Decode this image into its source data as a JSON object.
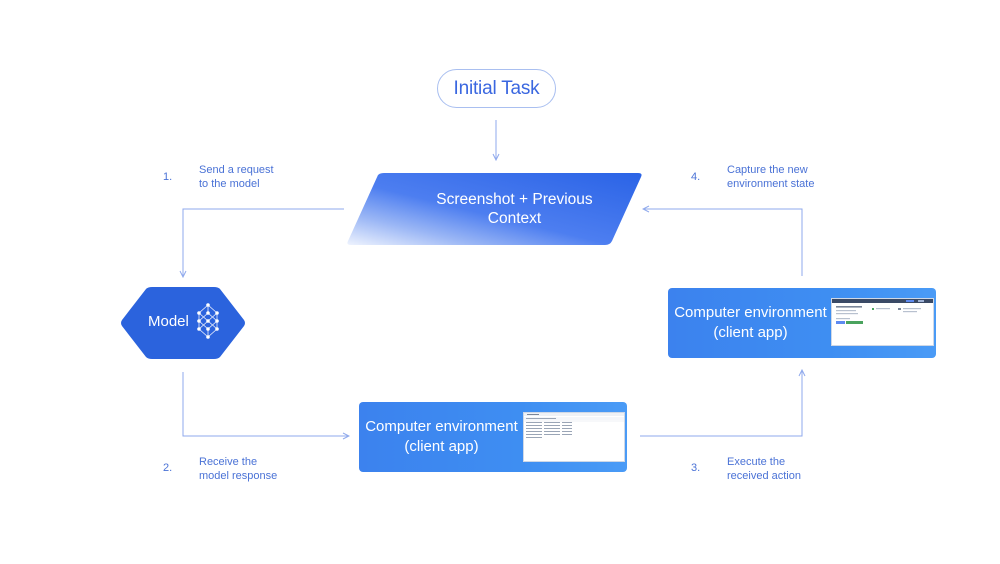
{
  "initial_task": {
    "label": "Initial Task"
  },
  "context_node": {
    "line1": "Screenshot + Previous",
    "line2": "Context"
  },
  "model_node": {
    "label": "Model"
  },
  "env_right": {
    "line1": "Computer environment",
    "line2": "(client app)"
  },
  "env_bottom": {
    "line1": "Computer environment",
    "line2": "(client app)"
  },
  "steps": [
    {
      "number": "1.",
      "line1": "Send a request",
      "line2": "to the model"
    },
    {
      "number": "2.",
      "line1": "Receive the",
      "line2": "model response"
    },
    {
      "number": "3.",
      "line1": "Execute the",
      "line2": "received action"
    },
    {
      "number": "4.",
      "line1": "Capture the new",
      "line2": "environment state"
    }
  ],
  "colors": {
    "accent": "#3a67e0",
    "connector": "#8fa9ec",
    "node_blue": "#3f78ea",
    "node_dark": "#2b63dd",
    "step_text": "#4a72d6"
  }
}
